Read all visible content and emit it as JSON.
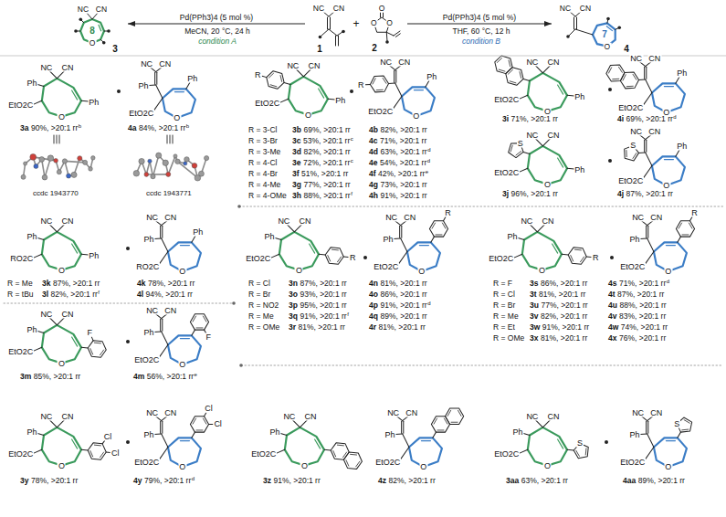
{
  "diagram": {
    "nodes": [
      {
        "text": [
          "NC",
          "CN",
          "8",
          "O",
          "3"
        ]
      },
      {
        "text": [
          "NC",
          "CN",
          "1"
        ]
      },
      {
        "text": [
          "O",
          "O",
          "O",
          "2"
        ]
      },
      {
        "text": [
          "NC",
          "CN",
          "7",
          "O",
          "4"
        ]
      }
    ],
    "edges": [
      {
        "from": 1,
        "to": 0,
        "arrow": "to",
        "label": "Pd(PPh3)4 (5 mol %)"
      },
      {
        "from": 2,
        "to": 3,
        "arrow": "to",
        "label": "Pd(PPh3)4 (5 mol %)"
      }
    ],
    "labels": [
      "+",
      "MeCN, 20 °C, 24 h",
      "condition A",
      "THF, 60 °C, 12 h",
      "condition B",
      "NC",
      "CN",
      "Ph",
      "EtO2C",
      "O",
      "Ph",
      "3a",
      "90%, >20:1 rr",
      "b",
      "ccdc 1943770",
      "NC",
      "CN",
      "Ph",
      "EtO2C",
      "O",
      "Ph",
      "4a",
      "84%, >20:1 rr",
      "b",
      "ccdc 1943771",
      "NC",
      "CN",
      "R",
      "EtO2C",
      "O",
      "Ph",
      "NC",
      "CN",
      "R",
      "EtO2C",
      "O",
      "Ph",
      "R = 3-Cl",
      "3b",
      "69%, >20:1 rr",
      "4b",
      "82%, >20:1 rr",
      "R = 3-Br",
      "3c",
      "53%, >20:1 rr",
      "c",
      "4c",
      "71%, >20:1 rr",
      "R = 3-Me",
      "3d",
      "82%, >20:1 rr",
      "4d",
      "63%, >20:1 rr",
      "d",
      "R = 4-Cl",
      "3e",
      "72%, >20:1 rr",
      "c",
      "4e",
      "54%, >20:1 rr",
      "d",
      "R = 4-Br",
      "3f",
      "51%, >20:1 rr",
      "4f",
      "42%, >20:1 rr",
      "e",
      "R = 4-Me",
      "3g",
      "77%, >20:1 rr",
      "4g",
      "73%, >20:1 rr",
      "R = 4-OMe",
      "3h",
      "88%, >20:1 rr",
      "f",
      "4h",
      "91%, >20:1 rr",
      "NC",
      "CN",
      "EtO2C",
      "O",
      "Ph",
      "3i",
      "71%, >20:1 rr",
      "NC",
      "CN",
      "EtO2C",
      "O",
      "Ph",
      "4i",
      "69%, >20:1 rr",
      "d",
      "NC",
      "CN",
      "S",
      "EtO2C",
      "O",
      "Ph",
      "3j",
      "96%, >20:1 rr",
      "NC",
      "CN",
      "S",
      "EtO2C",
      "O",
      "Ph",
      "4j",
      "87%, >20:1 rr",
      "NC",
      "CN",
      "Ph",
      "RO2C",
      "O",
      "Ph",
      "NC",
      "CN",
      "Ph",
      "RO2C",
      "O",
      "Ph",
      "R = Me",
      "3k",
      "87%, >20:1 rr",
      "4k",
      "78%, >20:1 rr",
      "R = tBu",
      "3l",
      "82%, >20:1 rr",
      "f",
      "4l",
      "94%, >20:1 rr",
      "NC",
      "CN",
      "Ph",
      "EtO2C",
      "O",
      "R",
      "NC",
      "CN",
      "Ph",
      "EtO2C",
      "O",
      "R",
      "R = Cl",
      "3n",
      "87%, >20:1 rr",
      "4n",
      "81%, >20:1 rr",
      "R = Br",
      "3o",
      "93%, >20:1 rr",
      "4o",
      "86%, >20:1 rr",
      "R = NO2",
      "3p",
      "95%, >20:1 rr",
      "4p",
      "91%, >20:1 rr",
      "d",
      "R = Me",
      "3q",
      "91%, >20:1 rr",
      "f",
      "4q",
      "89%, >20:1 rr",
      "R = OMe",
      "3r",
      "81%, >20:1 rr",
      "4r",
      "81%, >20:1 rr",
      "NC",
      "CN",
      "Ph",
      "EtO2C",
      "O",
      "R",
      "NC",
      "CN",
      "Ph",
      "EtO2C",
      "O",
      "R",
      "R = F",
      "3s",
      "86%, >20:1 rr",
      "4s",
      "71%, >20:1 rr",
      "d",
      "R = Cl",
      "3t",
      "81%, >20:1 rr",
      "4t",
      "87%, >20:1 rr",
      "R = Br",
      "3u",
      "77%, >20:1 rr",
      "4u",
      "88%, >20:1 rr",
      "R = Me",
      "3v",
      "82%, >20:1 rr",
      "4v",
      "83%, >20:1 rr",
      "R = Et",
      "3w",
      "91%, >20:1 rr",
      "4w",
      "74%, >20:1 rr",
      "R = OMe",
      "3x",
      "81%, >20:1 rr",
      "4x",
      "76%, >20:1 rr",
      "NC",
      "CN",
      "Ph",
      "EtO2C",
      "O",
      "F",
      "3m",
      "85%, >20:1 rr",
      "NC",
      "CN",
      "Ph",
      "EtO2C",
      "O",
      "F",
      "4m",
      "56%, >20:1 rr",
      "e",
      "NC",
      "CN",
      "Ph",
      "EtO2C",
      "O",
      "Cl",
      "Cl",
      "3y",
      "78%, >20:1 rr",
      "NC",
      "CN",
      "Ph",
      "EtO2C",
      "O",
      "Cl",
      "Cl",
      "4y",
      "79%, >20:1 rr",
      "d",
      "NC",
      "CN",
      "Ph",
      "EtO2C",
      "O",
      "3z",
      "91%, >20:1 rr",
      "NC",
      "CN",
      "Ph",
      "EtO2C",
      "O",
      "4z",
      "82%, >20:1 rr",
      "NC",
      "CN",
      "Ph",
      "EtO2C",
      "O",
      "S",
      "3aa",
      "63%, >20:1 rr",
      "NC",
      "CN",
      "Ph",
      "EtO2C",
      "O",
      "S",
      "4aa",
      "89%, >20:1 rr"
    ]
  }
}
